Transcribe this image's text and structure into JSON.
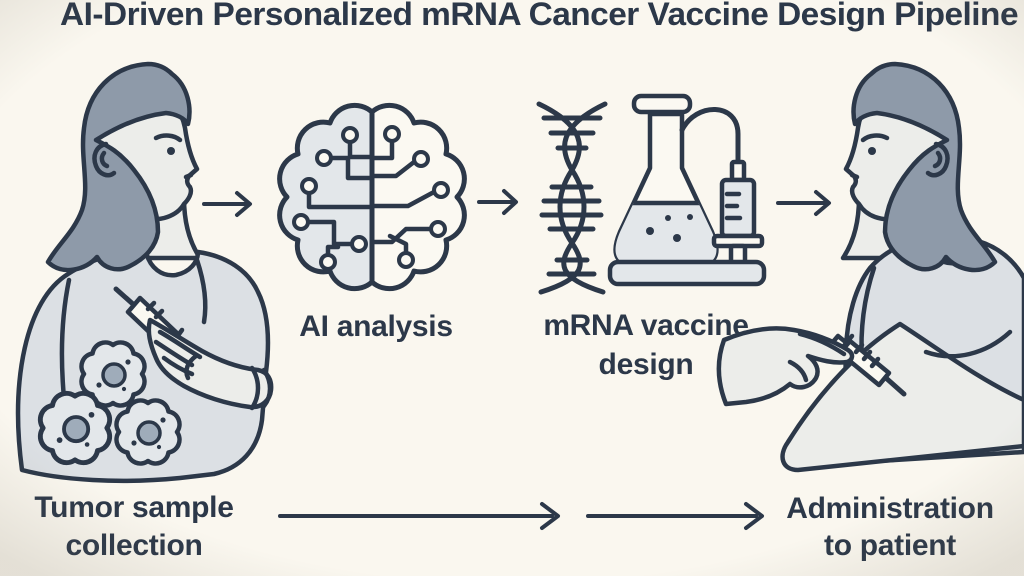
{
  "title": "AI-Driven Personalized mRNA Cancer Vaccine Design Pipeline",
  "steps": [
    {
      "name": "tumor-sample-collection",
      "lines": [
        "Tumor sample",
        "collection"
      ]
    },
    {
      "name": "ai-analysis",
      "lines": [
        "AI analysis",
        ""
      ]
    },
    {
      "name": "mrna-vaccine-design",
      "lines": [
        "mRNA vaccine",
        "design"
      ]
    },
    {
      "name": "administration-to-patient",
      "lines": [
        "Administration",
        "to patient"
      ]
    }
  ],
  "icons": [
    "patient-profile-icon",
    "hand-syringe-icon",
    "tumor-cells-icon",
    "flow-arrow-icon",
    "ai-brain-circuit-icon",
    "dna-helix-icon",
    "flask-icon",
    "lab-syringe-icon",
    "platform-icon"
  ],
  "colors": {
    "background": "#FAF7EF",
    "ink": "#2C3849",
    "hair": "#8E9AA9",
    "skin": "#ECEDEA",
    "shirt": "#DCE0E4",
    "fill_light": "#E3E7EA",
    "nucleus": "#9FACBA",
    "paper": "#FBF9F2"
  }
}
